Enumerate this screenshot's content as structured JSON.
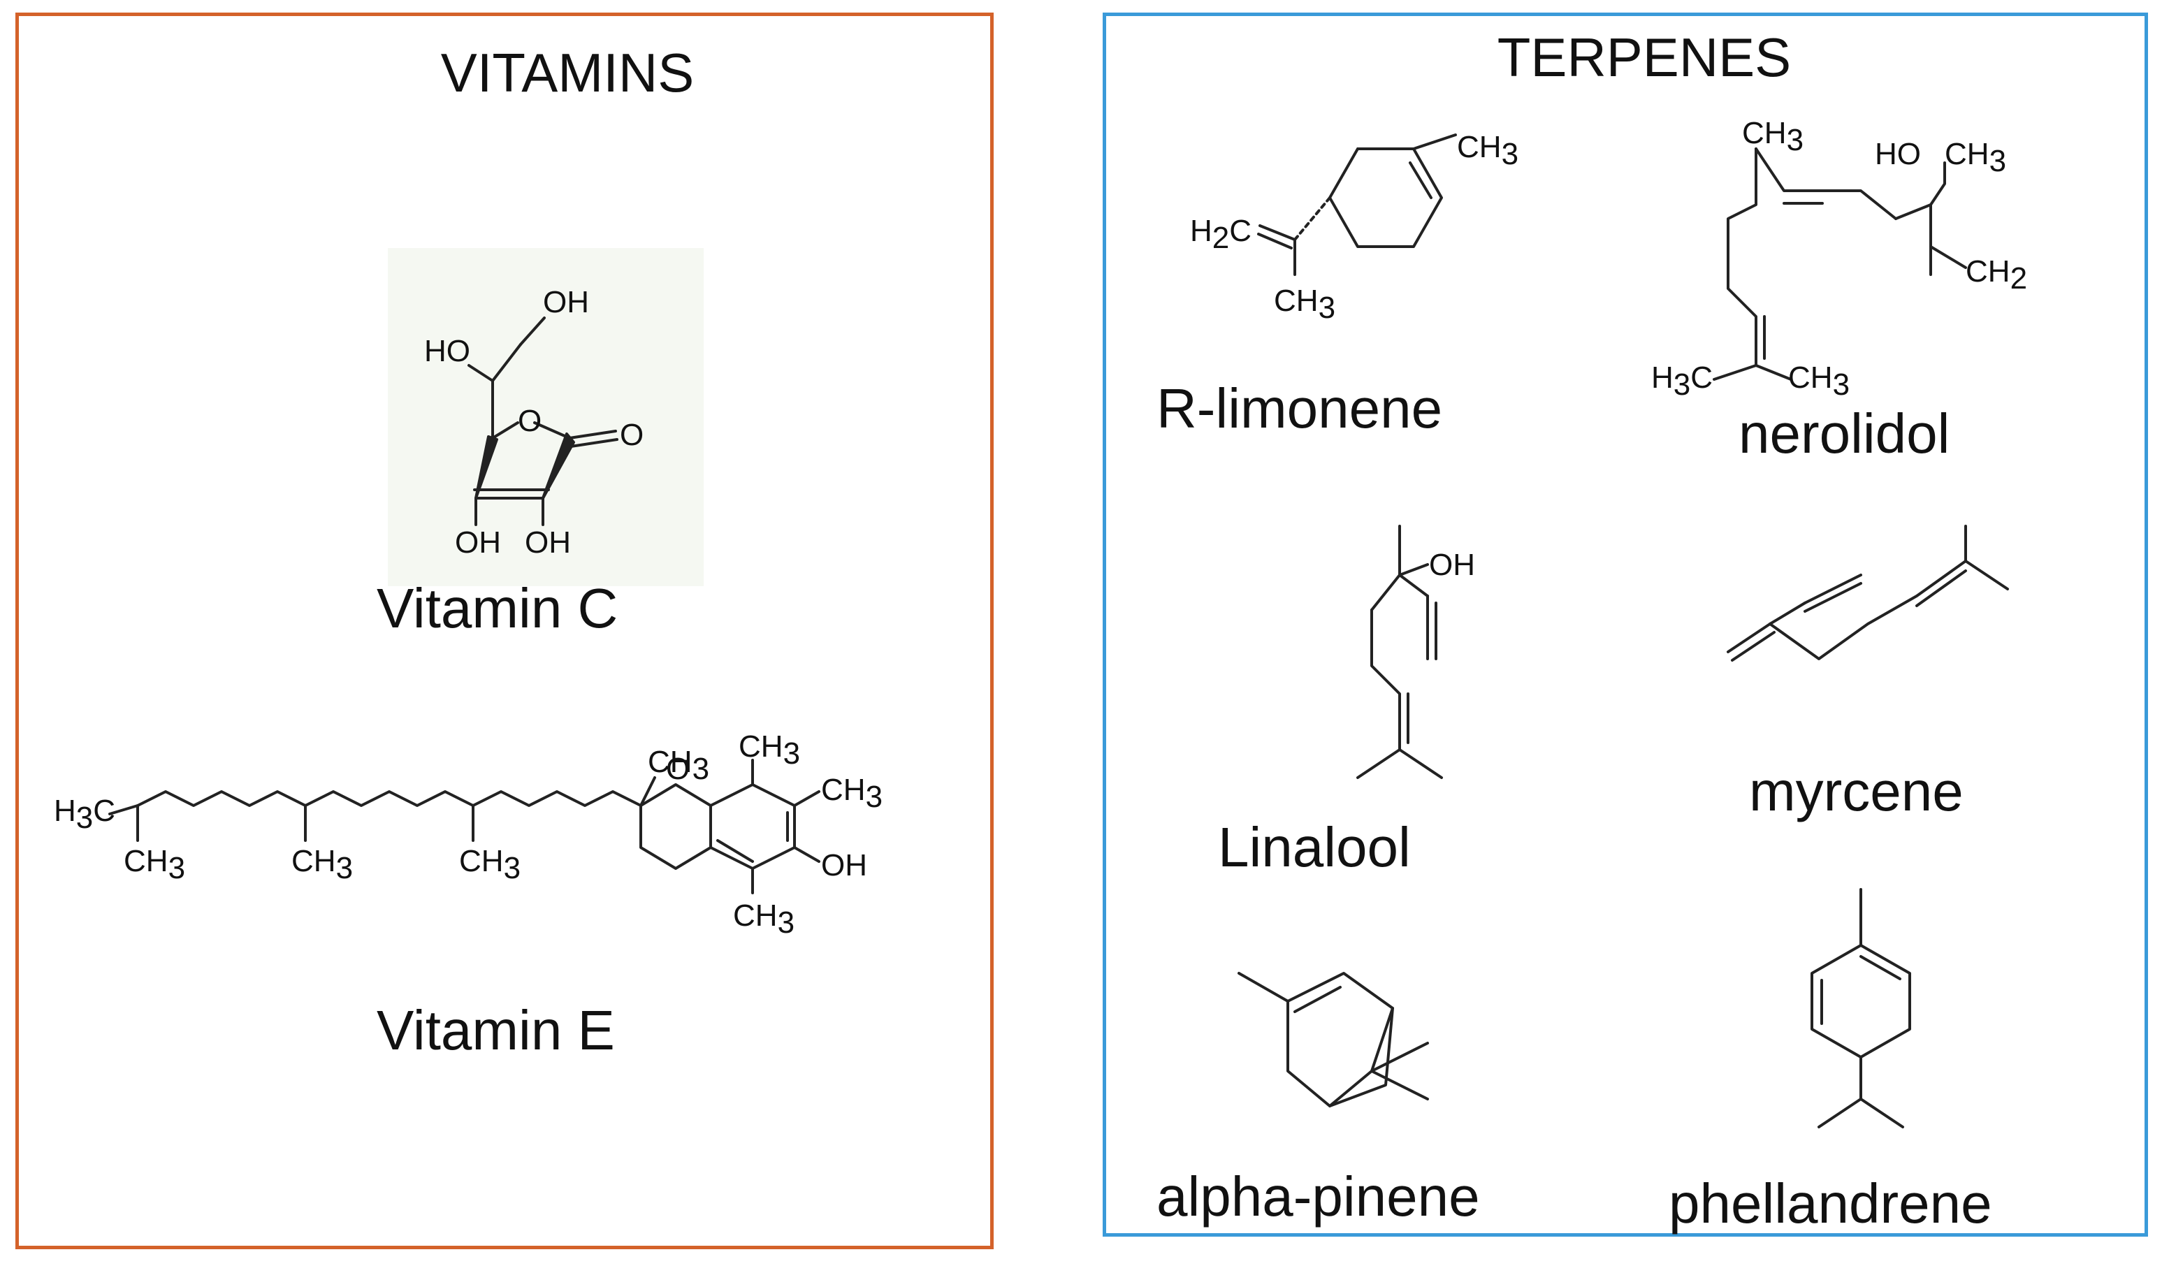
{
  "vitamins": {
    "title": "VITAMINS",
    "border_color": "#d4622a",
    "items": [
      {
        "label": "Vitamin   C"
      },
      {
        "label": "Vitamin   E"
      }
    ]
  },
  "terpenes": {
    "title": "TERPENES",
    "border_color": "#3a9ad9",
    "items": [
      {
        "label": "R-limonene"
      },
      {
        "label": "nerolidol"
      },
      {
        "label": "Linalool"
      },
      {
        "label": "myrcene"
      },
      {
        "label": "alpha-pinene"
      },
      {
        "label": "phellandrene"
      }
    ]
  },
  "atoms": {
    "oh": "OH",
    "ho": "HO",
    "o": "O",
    "h": "H",
    "c": "C",
    "ch": "CH",
    "sub2": "2",
    "sub3": "3"
  }
}
